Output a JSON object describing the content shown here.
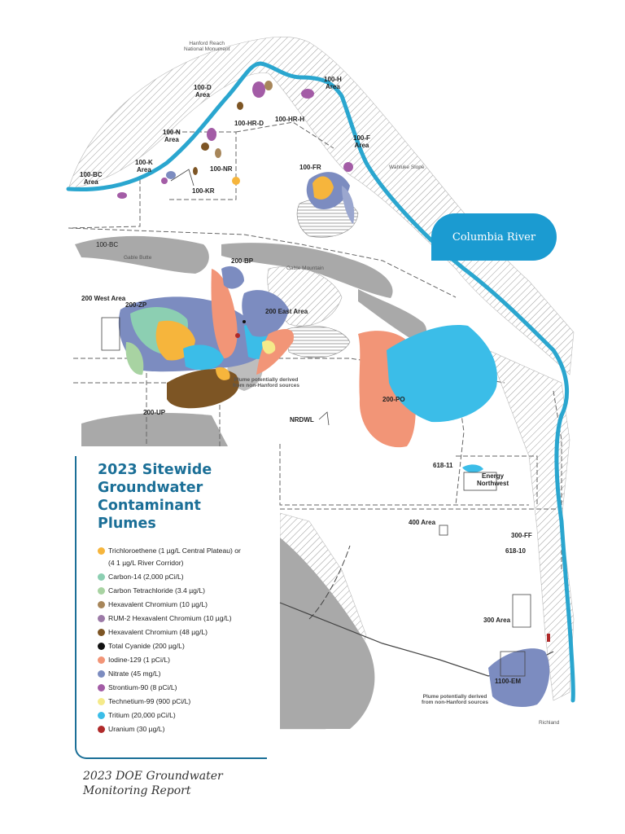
{
  "labels": {
    "hanford_reach": [
      "Hanford Reach",
      "National Monument"
    ],
    "area_100d": [
      "100-D",
      "Area"
    ],
    "area_100h": [
      "100-H",
      "Area"
    ],
    "area_100n": [
      "100-N",
      "Area"
    ],
    "area_100k": [
      "100-K",
      "Area"
    ],
    "area_100bc": [
      "100-BC",
      "Area"
    ],
    "area_100f": [
      "100-F",
      "Area"
    ],
    "hr_d": "100-HR-D",
    "hr_h": "100-HR-H",
    "nr": "100-NR",
    "kr": "100-KR",
    "fr": "100-FR",
    "bc": "100-BC",
    "wahluke_slope": "Wahluke Slope",
    "gable_butte": "Gable Butte",
    "gable_mountain": "Gable Mountain",
    "bp": "200-BP",
    "west_area": "200 West Area",
    "zp": "200-ZP",
    "east_area": "200 East Area",
    "po": "200-PO",
    "up": "200-UP",
    "nrdwl": "NRDWL",
    "plume_note_1": [
      "Plume potentially derived",
      "from non-Hanford sources"
    ],
    "plume_note_2": [
      "Plume potentially derived",
      "from non-Hanford sources"
    ],
    "site_618_11": "618-11",
    "energy_northwest": [
      "Energy",
      "Northwest"
    ],
    "area_400": "400 Area",
    "ff_300": "300-FF",
    "site_618_10": "618-10",
    "area_300": "300 Area",
    "em_1100": "1100-EM",
    "richland": "Richland"
  },
  "river_label": "Columbia River",
  "legend": {
    "title": "2023 Sitewide Groundwater Contaminant Plumes",
    "items": [
      {
        "label": "Trichloroethene (1 µg/L Central Plateau) or",
        "color": "#f6b53c"
      },
      {
        "label": "(4 1 µg/L River Corridor)",
        "color": null
      },
      {
        "label": "Carbon-14 (2,000 pCi/L)",
        "color": "#8ccfb2"
      },
      {
        "label": "Carbon Tetrachloride (3.4 µg/L)",
        "color": "#a8d3a2"
      },
      {
        "label": "Hexavalent Chromium (10 µg/L)",
        "color": "#a7865a"
      },
      {
        "label": "RUM-2 Hexavalent Chromium (10 µg/L)",
        "color": "#9c7aa7"
      },
      {
        "label": "Hexavalent Chromium (48 µg/L)",
        "color": "#7d5524"
      },
      {
        "label": "Total Cyanide (200 µg/L)",
        "color": "#111111"
      },
      {
        "label": "Iodine-129 (1 pCi/L)",
        "color": "#f29577"
      },
      {
        "label": "Nitrate (45 mg/L)",
        "color": "#7c8cc0"
      },
      {
        "label": "Strontium-90 (8 pCi/L)",
        "color": "#a35ca6"
      },
      {
        "label": "Technetium-99 (900 pCi/L)",
        "color": "#f5ea8a"
      },
      {
        "label": "Tritium (20,000 pCi/L)",
        "color": "#3bbde8"
      },
      {
        "label": "Uranium (30 µg/L)",
        "color": "#b02a2a"
      }
    ]
  },
  "report_title": [
    "2023 DOE Groundwater",
    "Monitoring Report"
  ],
  "colors": {
    "river": "#2aa6cf",
    "river_badge": "#1b9bd1",
    "legend_title": "#1b6f97",
    "terrain": "#a9a9a9"
  }
}
